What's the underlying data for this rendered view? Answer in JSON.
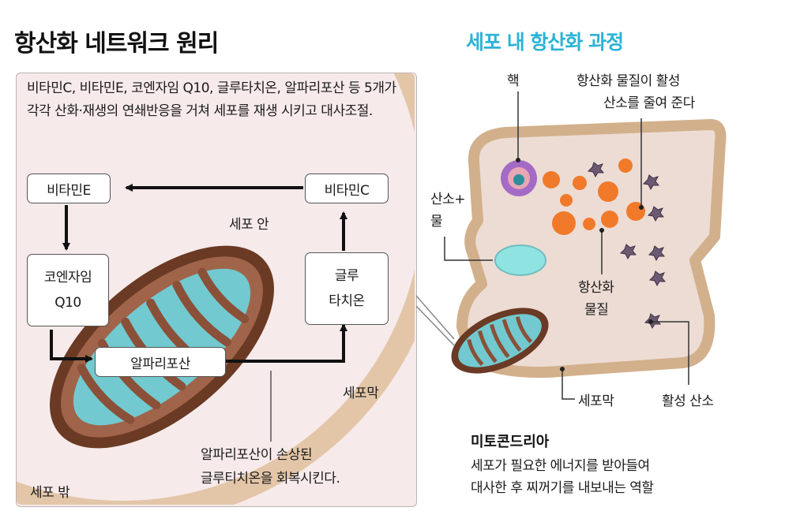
{
  "left_panel": {
    "title": "항산화 네트워크 원리",
    "description": "비타민C, 비타민E, 코엔자임 Q10, 글루타치온, 알파리포산 등 5개가 각각 산화·재생의 연쇄반응을 거쳐 세포를 재생 시키고 대사조절.",
    "nodes": {
      "vitamin_e": "비타민E",
      "vitamin_c": "비타민C",
      "coq10_line1": "코엔자임",
      "coq10_line2": "Q10",
      "glutathione_line1": "글루",
      "glutathione_line2": "타치온",
      "alpha_lipoic": "알파리포산"
    },
    "labels": {
      "inside_cell": "세포 안",
      "cell_membrane": "세포막",
      "outside_cell": "세포 밖",
      "note_line1": "알파리포산이 손상된",
      "note_line2": "글루티치온을 회복시킨다."
    }
  },
  "right_panel": {
    "title": "세포 내 항산화 과정",
    "labels": {
      "nucleus": "핵",
      "antioxidant_note_line1": "항산화 물질이 활성",
      "antioxidant_note_line2": "산소를 줄여 준다",
      "oxygen_water_line1": "산소+",
      "oxygen_water_line2": "물",
      "antioxidant_line1": "항산화",
      "antioxidant_line2": "물질",
      "cell_membrane": "세포막",
      "active_oxygen": "활성 산소"
    },
    "mitochondria": {
      "heading": "미토콘드리아",
      "desc_line1": "세포가 필요한 에너지를 받아들여",
      "desc_line2": "대사한 후 찌꺼기를 내보내는 역할"
    }
  },
  "colors": {
    "title_right": "#2bb3d6",
    "panel_bg": "#f7eaea",
    "membrane_band": "#e3c6a8",
    "mito_outer": "#6a3a24",
    "mito_inner": "#72c9cf",
    "antioxidant": "#f07a2a",
    "cell_fill": "#eddcd4",
    "cell_border": "#d2b08c",
    "nucleus": "#a46bc6",
    "active_oxygen": "#6b5a72"
  }
}
